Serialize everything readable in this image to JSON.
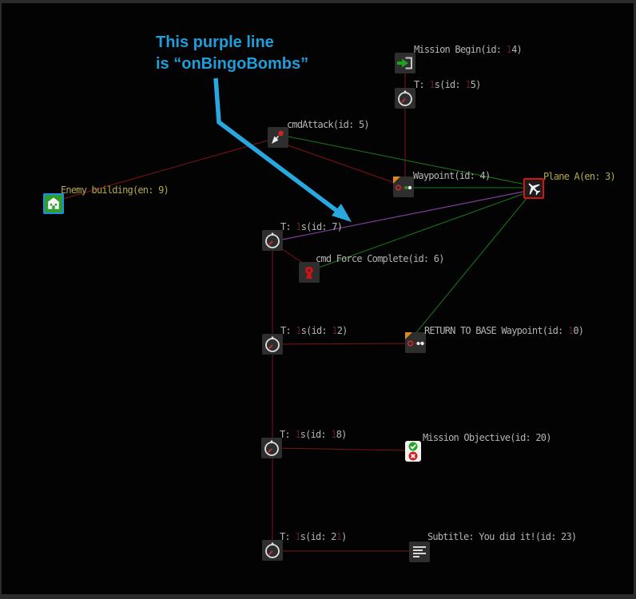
{
  "window": {
    "background": "#030303",
    "frame_color": "#2b2b2b"
  },
  "annotation": {
    "line1": "This purple line",
    "line2": "is “onBingoBombs”",
    "color": "#1e9fdc",
    "refers_to_link": "onBingoBombs"
  },
  "colors": {
    "red_link": "#7d1414",
    "green_link": "#1b7a1b",
    "purple_link": "#7a3f9e",
    "arrow_blue": "#29a8e0",
    "label_gray": "#b4b4b4",
    "label_entity_yellow": "#b3aa4e"
  },
  "nodes": [
    {
      "label": "Mission Begin(id: 14)",
      "icon": "enter-icon"
    },
    {
      "label": "T: 1s(id: 15)",
      "icon": "clock-icon"
    },
    {
      "label": "cmdAttack(id: 5)",
      "icon": "attack-icon"
    },
    {
      "label": "Waypoint(id: 4)",
      "icon": "waypoint-icon"
    },
    {
      "label": "Plane A(en: 3)",
      "icon": "plane-icon"
    },
    {
      "label": "Enemy building(en: 9)",
      "icon": "building-icon"
    },
    {
      "label": "T: 1s(id: 7)",
      "icon": "clock-icon"
    },
    {
      "label": "cmd Force Complete(id: 6)",
      "icon": "lock-icon"
    },
    {
      "label": "T: 1s(id: 12)",
      "icon": "clock-icon"
    },
    {
      "label": "RETURN TO BASE Waypoint(id: 10)",
      "icon": "waypoint-icon"
    },
    {
      "label": "T: 1s(id: 18)",
      "icon": "clock-icon"
    },
    {
      "label": "Mission Objective(id: 20)",
      "icon": "objective-icon"
    },
    {
      "label": "T: 1s(id: 21)",
      "icon": "clock-icon"
    },
    {
      "label": "Subtitle: You did it!(id: 23)",
      "icon": "subtitle-icon"
    }
  ],
  "links": [
    {
      "from": "Enemy building(en: 9)",
      "to": "cmdAttack(id: 5)",
      "color": "red"
    },
    {
      "from": "Mission Begin(id: 14)",
      "to": "T: 1s(id: 15)",
      "color": "red"
    },
    {
      "from": "T: 1s(id: 15)",
      "to": "Waypoint(id: 4)",
      "color": "red"
    },
    {
      "from": "cmdAttack(id: 5)",
      "to": "Waypoint(id: 4)",
      "color": "red"
    },
    {
      "from": "T: 1s(id: 7)",
      "to": "cmd Force Complete(id: 6)",
      "color": "red"
    },
    {
      "from": "T: 1s(id: 7)",
      "to": "T: 1s(id: 12)",
      "color": "red"
    },
    {
      "from": "T: 1s(id: 12)",
      "to": "RETURN TO BASE Waypoint(id: 10)",
      "color": "red"
    },
    {
      "from": "T: 1s(id: 12)",
      "to": "T: 1s(id: 18)",
      "color": "red"
    },
    {
      "from": "T: 1s(id: 18)",
      "to": "Mission Objective(id: 20)",
      "color": "red"
    },
    {
      "from": "T: 1s(id: 18)",
      "to": "T: 1s(id: 21)",
      "color": "red"
    },
    {
      "from": "T: 1s(id: 21)",
      "to": "Subtitle: You did it!(id: 23)",
      "color": "red"
    },
    {
      "from": "Plane A(en: 3)",
      "to": "cmdAttack(id: 5)",
      "color": "green"
    },
    {
      "from": "Plane A(en: 3)",
      "to": "Waypoint(id: 4)",
      "color": "green"
    },
    {
      "from": "Plane A(en: 3)",
      "to": "cmd Force Complete(id: 6)",
      "color": "green"
    },
    {
      "from": "Plane A(en: 3)",
      "to": "RETURN TO BASE Waypoint(id: 10)",
      "color": "green"
    },
    {
      "from": "Plane A(en: 3)",
      "to": "T: 1s(id: 7)",
      "color": "purple"
    }
  ]
}
